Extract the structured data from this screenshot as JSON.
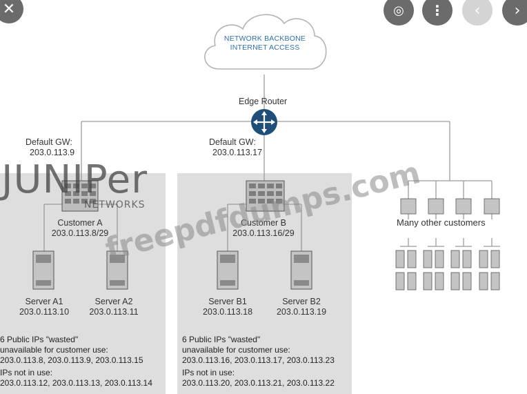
{
  "controls": {
    "close": "✕",
    "lens": "◎",
    "more": "⋮",
    "prev": "‹",
    "next": "›"
  },
  "cloud": {
    "line1": "NETWORK BACKBONE",
    "line2": "INTERNET ACCESS"
  },
  "router": {
    "label": "Edge Router"
  },
  "customer_a": {
    "gw_label": "Default GW:",
    "gw_ip": "203.0.113.9",
    "name": "Customer A",
    "subnet": "203.0.113.8/29",
    "servers": [
      {
        "name": "Server A1",
        "ip": "203.0.113.10"
      },
      {
        "name": "Server A2",
        "ip": "203.0.113.11"
      }
    ],
    "wasted_title": "6 Public IPs \"wasted\"",
    "wasted_sub": "unavailable for customer use:",
    "wasted_ips": "203.0.113.8, 203.0.113.9, 203.0.113.15",
    "notuse_title": "IPs not in use:",
    "notuse_ips": "203.0.113.12, 203.0.113.13, 203.0.113.14"
  },
  "customer_b": {
    "gw_label": "Default GW:",
    "gw_ip": "203.0.113.17",
    "name": "Customer B",
    "subnet": "203.0.113.16/29",
    "servers": [
      {
        "name": "Server B1",
        "ip": "203.0.113.18"
      },
      {
        "name": "Server B2",
        "ip": "203.0.113.19"
      }
    ],
    "wasted_title": "6 Public IPs \"wasted\"",
    "wasted_sub": "unavailable for customer use:",
    "wasted_ips": "203.0.113.16, 203.0.113.17, 203.0.113.23",
    "notuse_title": "IPs not in use:",
    "notuse_ips": "203.0.113.20, 203.0.113.21, 203.0.113.22"
  },
  "others": {
    "label": "Many other customers"
  },
  "watermark": {
    "logo_main": "JUNIPer",
    "logo_sub": "NETWORKS",
    "site": "freepdfdumps.com"
  },
  "colors": {
    "router": "#1f4e79",
    "line": "#9a9a9a",
    "panel": "#dedede",
    "cloud_text": "#2f6fa8"
  }
}
